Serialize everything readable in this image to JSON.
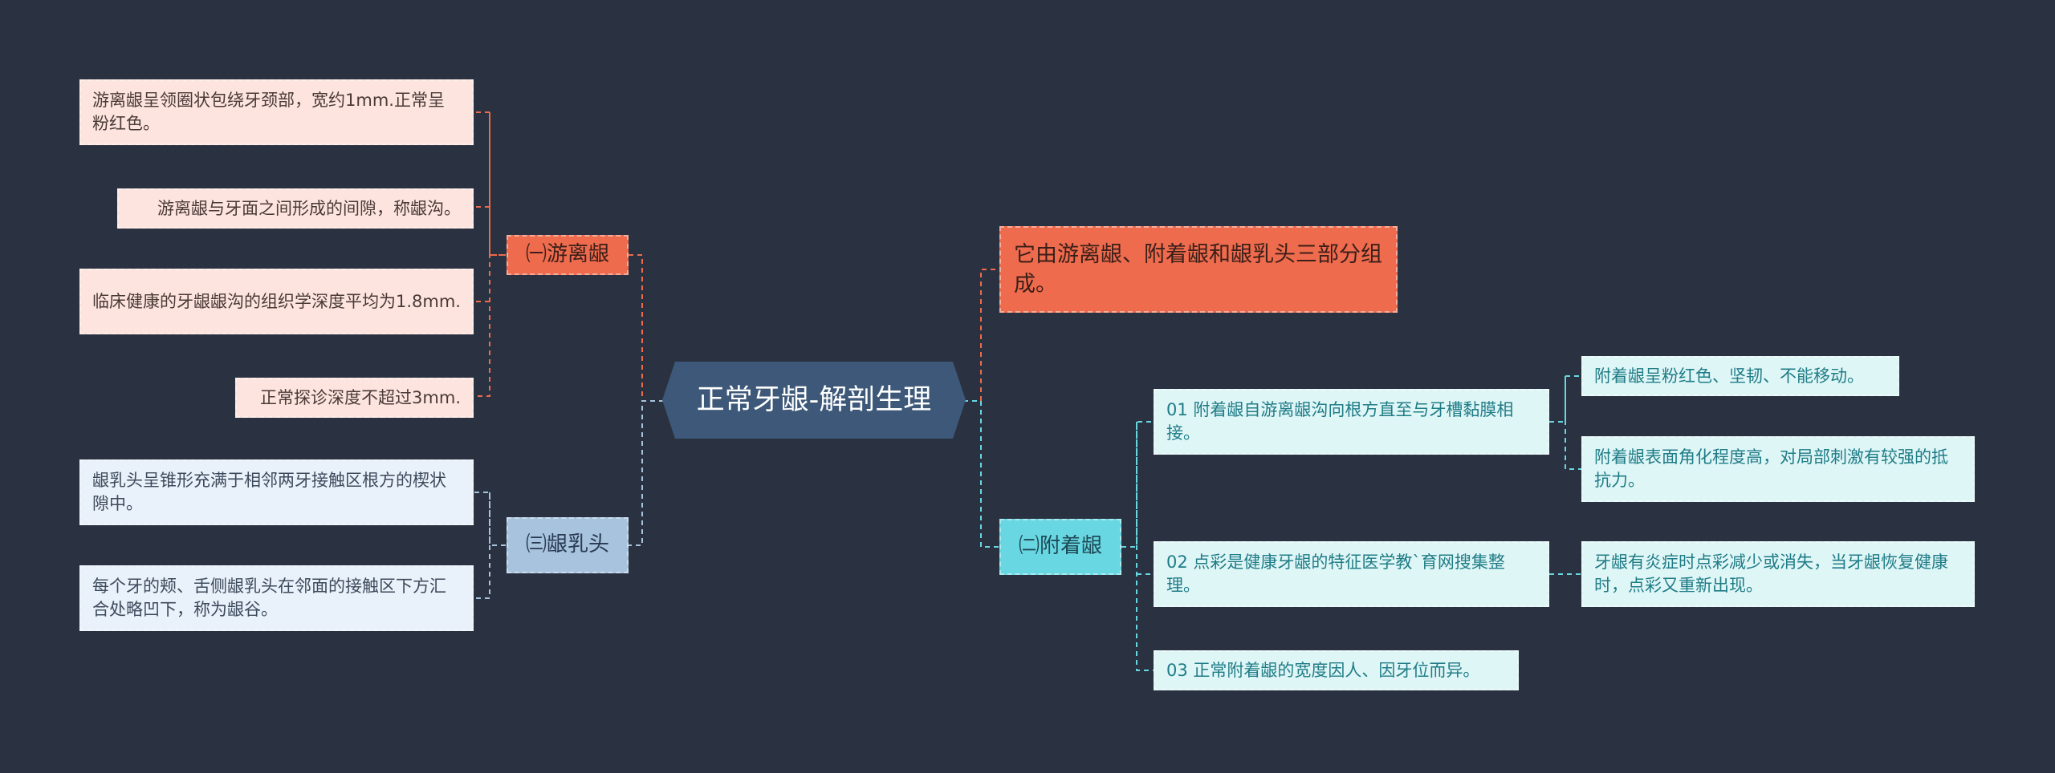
{
  "title": "正常牙龈-解剖生理",
  "intro": "它由游离龈、附着龈和龈乳头三部分组成。",
  "branches": {
    "free_gingiva": {
      "label": "㈠游离龈",
      "leaves": [
        "游离龈呈领圈状包绕牙颈部，宽约1mm.正常呈粉红色。",
        "游离龈与牙面之间形成的间隙，称龈沟。",
        "临床健康的牙龈龈沟的组织学深度平均为1.8mm.",
        "正常探诊深度不超过3mm."
      ]
    },
    "papilla": {
      "label": "㈢龈乳头",
      "leaves": [
        "龈乳头呈锥形充满于相邻两牙接触区根方的楔状隙中。",
        "每个牙的颊、舌侧龈乳头在邻面的接触区下方汇合处略凹下，称为龈谷。"
      ]
    },
    "attached": {
      "label": "㈡附着龈",
      "items": [
        {
          "text": "01 附着龈自游离龈沟向根方直至与牙槽黏膜相接。",
          "children": [
            "附着龈呈粉红色、坚韧、不能移动。",
            "附着龈表面角化程度高，对局部刺激有较强的抵抗力。"
          ]
        },
        {
          "text": "02 点彩是健康牙龈的特征医学教`育网搜集整理。",
          "children": [
            "牙龈有炎症时点彩减少或消失，当牙龈恢复健康时，点彩又重新出现。"
          ]
        },
        {
          "text": "03 正常附着龈的宽度因人、因牙位而异。",
          "children": []
        }
      ]
    }
  },
  "colors": {
    "background": "#2a3140",
    "center": "#3d5878",
    "orange": "#ee6b4d",
    "blue_branch": "#a7c3de",
    "cyan_branch": "#69d7e2",
    "pink_leaf": "#fde4df",
    "blue_leaf": "#e9f1fa",
    "cyan_leaf": "#dff6f7"
  }
}
